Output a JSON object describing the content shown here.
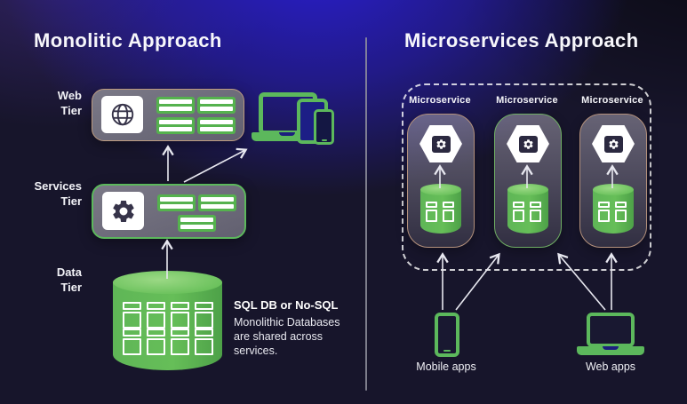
{
  "left": {
    "title": "Monolitic Approach",
    "tiers": [
      {
        "line1": "Web",
        "line2": "Tier"
      },
      {
        "line1": "Services",
        "line2": "Tier"
      },
      {
        "line1": "Data",
        "line2": "Tier"
      }
    ],
    "db_note": {
      "title": "SQL DB or No-SQL",
      "body": "Monolithic Databases are shared across services."
    }
  },
  "right": {
    "title": "Microservices Approach",
    "microservice_labels": [
      "Microservice",
      "Microservice",
      "Microservice"
    ],
    "mobile_label": "Mobile apps",
    "web_label": "Web apps"
  },
  "icons": {
    "globe": "globe-icon",
    "gear": "gear-icon",
    "hexagon_gear": "hexagon-gear-icon",
    "database": "database-cylinder-icon",
    "laptop": "laptop-icon",
    "tablet": "tablet-icon",
    "phone": "phone-icon"
  },
  "colors": {
    "green": "#5cb85c",
    "icon_navy": "#363349",
    "hex_core": "#2b2940",
    "tan_border": "#bd9b80",
    "divider": "#8f8f9c",
    "arrow": "#e8e8f0",
    "background_blue": "#2a1ed2",
    "background_dark": "#17152b"
  }
}
